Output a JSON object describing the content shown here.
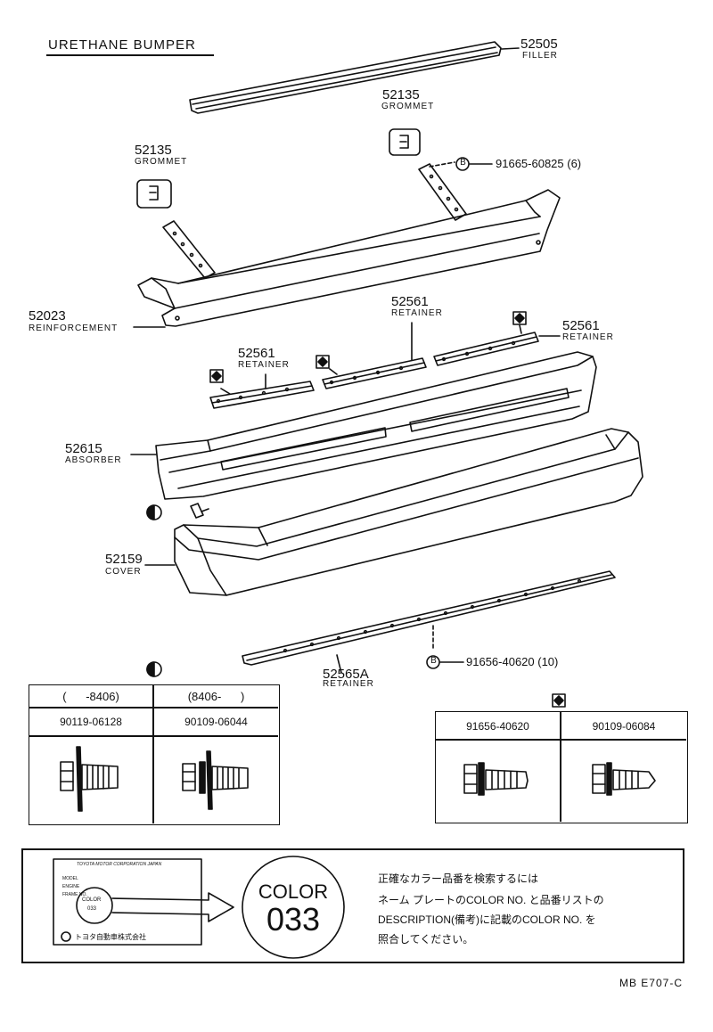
{
  "title": "URETHANE BUMPER",
  "parts": {
    "filler": {
      "number": "52505",
      "name": "FILLER"
    },
    "grommet_right": {
      "number": "52135",
      "name": "GROMMET"
    },
    "grommet_left": {
      "number": "52135",
      "name": "GROMMET"
    },
    "bolt_b_top": {
      "callout": "91665-60825 (6)"
    },
    "reinforcement": {
      "number": "52023",
      "name": "REINFORCEMENT"
    },
    "retainer_center": {
      "number": "52561",
      "name": "RETAINER"
    },
    "retainer_right": {
      "number": "52561",
      "name": "RETAINER"
    },
    "retainer_left": {
      "number": "52561",
      "name": "RETAINER"
    },
    "absorber": {
      "number": "52615",
      "name": "ABSORBER"
    },
    "cover": {
      "number": "52159",
      "name": "COVER"
    },
    "retainer_lower": {
      "number": "52565A",
      "name": "RETAINER"
    },
    "bolt_b_bottom": {
      "callout": "91656-40620 (10)"
    }
  },
  "symbols": {
    "b_letter": "B"
  },
  "table_left": {
    "headers": [
      "(      -8406)",
      "(8406-      )"
    ],
    "parts": [
      "90119-06128",
      "90109-06044"
    ]
  },
  "table_right": {
    "parts": [
      "91656-40620",
      "90109-06084"
    ]
  },
  "color_note": {
    "plate_maker": "TOYOTA MOTOR CORPORATION JAPAN",
    "plate_fields": [
      "MODEL",
      "ENGINE",
      "FRAME NO."
    ],
    "plate_color": "COLOR",
    "plate_code": "033",
    "plate_footer": "トヨタ自動車株式会社",
    "badge_word": "COLOR",
    "badge_code": "033",
    "lines": [
      "正確なカラー品番を検索するには",
      "ネーム プレートのCOLOR NO. と品番リストの",
      "DESCRIPTION(備考)に記載のCOLOR NO. を",
      "照合してください。"
    ]
  },
  "page_ref": "MB  E707-C"
}
